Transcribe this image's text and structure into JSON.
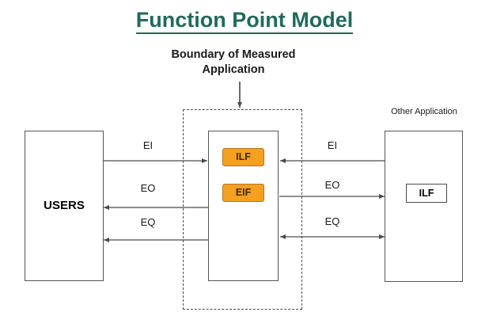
{
  "title": "Function Point Model",
  "boundary_label": "Boundary of Measured Application",
  "entities": {
    "users": "USERS",
    "other_application": "Other Application",
    "app_ilf": "ILF",
    "app_eif": "EIF",
    "other_ilf": "ILF"
  },
  "flows": {
    "left": [
      {
        "label": "EI",
        "direction": "to-application"
      },
      {
        "label": "EO",
        "direction": "to-users"
      },
      {
        "label": "EQ",
        "direction": "to-users"
      }
    ],
    "right": [
      {
        "label": "EI",
        "direction": "to-application"
      },
      {
        "label": "EO",
        "direction": "to-other-application"
      },
      {
        "label": "EQ",
        "direction": "bidirectional"
      }
    ]
  },
  "colors": {
    "title": "#1f6b5e",
    "chip_fill": "#f5a01e",
    "chip_border": "#b5761a",
    "box_border": "#555555",
    "boundary_border": "#4a4a4a",
    "arrow": "#4a4a4a"
  }
}
